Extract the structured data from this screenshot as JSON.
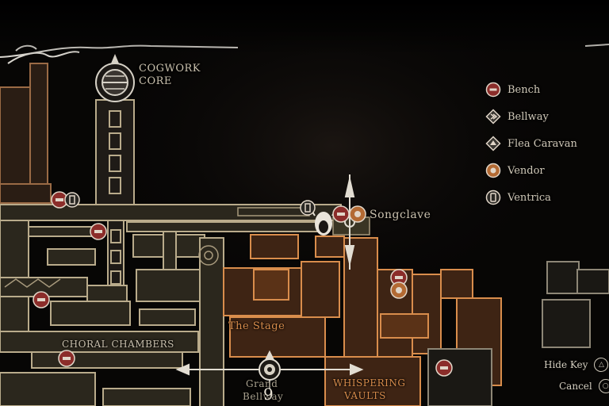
{
  "map_labels": {
    "cogwork_core_line1": "COGWORK",
    "cogwork_core_line2": "CORE",
    "songclave": "Songclave",
    "the_stage": "The Stage",
    "choral_chambers": "CHORAL CHAMBERS",
    "grand_bellway_line1": "Grand",
    "grand_bellway_line2": "Bellway",
    "whispering_vaults_line1": "WHISPERING",
    "whispering_vaults_line2": "VAULTS"
  },
  "legend": {
    "items": [
      {
        "label": "Bench",
        "icon": "bench-icon"
      },
      {
        "label": "Bellway",
        "icon": "bellway-icon"
      },
      {
        "label": "Flea Caravan",
        "icon": "flea-caravan-icon"
      },
      {
        "label": "Vendor",
        "icon": "vendor-icon"
      },
      {
        "label": "Ventrica",
        "icon": "ventrica-icon"
      }
    ]
  },
  "controls": {
    "hide_key_label": "Hide Key",
    "hide_key_button": "△",
    "cancel_label": "Cancel",
    "cancel_button": "○"
  },
  "compass": {
    "count": "9"
  },
  "colors": {
    "room_fill": "#2b241b",
    "room_stroke": "#b9ab8b",
    "orange_fill": "#5a3217",
    "orange_stroke": "#d98d4c",
    "bench_red": "#8b2d2a",
    "vendor_orange": "#b36a33"
  }
}
